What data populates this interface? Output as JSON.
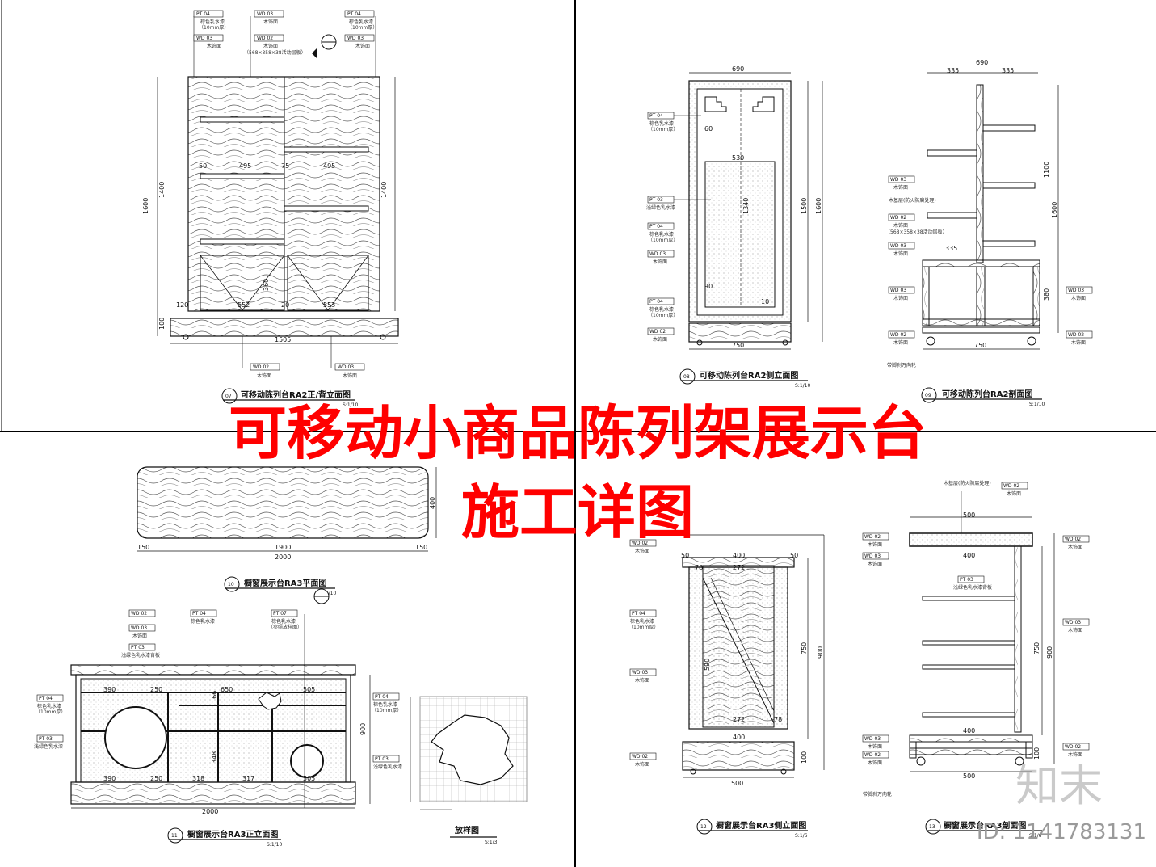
{
  "headline": {
    "line1": "可移动小商品陈列架展示台",
    "line2": "施工详图"
  },
  "watermark": {
    "brand": "知末",
    "id_label": "ID: 1141783131"
  },
  "colors": {
    "headline": "#ff0000",
    "linework": "#111111",
    "frame": "#000000"
  },
  "views": {
    "v07": {
      "num": "07",
      "title": "可移动陈列台RA2正/背立面图",
      "scale": "S:1/10"
    },
    "v08": {
      "num": "08",
      "title": "可移动陈列台RA2侧立面图",
      "scale": "S:1/10"
    },
    "v09": {
      "num": "09",
      "title": "可移动陈列台RA2剖面图",
      "scale": "S:1/10"
    },
    "v10": {
      "num": "10",
      "title": "橱窗展示台RA3平面图",
      "scale": "S:1/10"
    },
    "v11": {
      "num": "11",
      "title": "橱窗展示台RA3正立面图",
      "scale": "S:1/10"
    },
    "v12": {
      "num": "12",
      "title": "橱窗展示台RA3侧立面图",
      "scale": "S:1/6"
    },
    "v13": {
      "num": "13",
      "title": "橱窗展示台RA3剖面图",
      "scale": "S:1/6"
    },
    "vfy": {
      "title": "放样图",
      "scale": "S:1/3"
    }
  },
  "tags": {
    "pt04": "PT 04",
    "pt03": "PT 03",
    "pt07": "PT 07",
    "wd03": "WD 03",
    "wd02": "WD 02",
    "n_brown": "棕色乳水漆",
    "n_10mm": "（10mm厚）",
    "n_wood": "木饰面",
    "n_wood2": "木饰面",
    "n_shelf": "（568×358×38活动层板）",
    "n_green": "浅绿色乳水漆",
    "n_fire": "木基层(防火防腐处理)",
    "n_caster": "带脚刹万向轮",
    "n_green_back": "浅绿色乳水漆背板",
    "n_sample": "（参照放样图）"
  },
  "dims": {
    "w1505": "1505",
    "h1600": "1600",
    "h1400": "1400",
    "d50": "50",
    "d100": "100",
    "d495": "495",
    "d75": "75",
    "d552": "552",
    "d553": "553",
    "d20": "20",
    "d120": "120",
    "d360": "360",
    "w690": "690",
    "w530": "530",
    "w750": "750",
    "h1340": "1340",
    "h1500": "1500",
    "d335": "335",
    "h1100": "1100",
    "d380": "380",
    "w2000": "2000",
    "w1900": "1900",
    "d150": "150",
    "d400": "400",
    "d390": "390",
    "d250": "250",
    "d650": "650",
    "d166": "166",
    "d505": "505",
    "d318": "318",
    "d317": "317",
    "d348": "348",
    "h900": "900",
    "w500": "500",
    "d272": "272",
    "d78": "78",
    "d590": "590",
    "d90": "90",
    "d60": "60",
    "d10": "10"
  }
}
